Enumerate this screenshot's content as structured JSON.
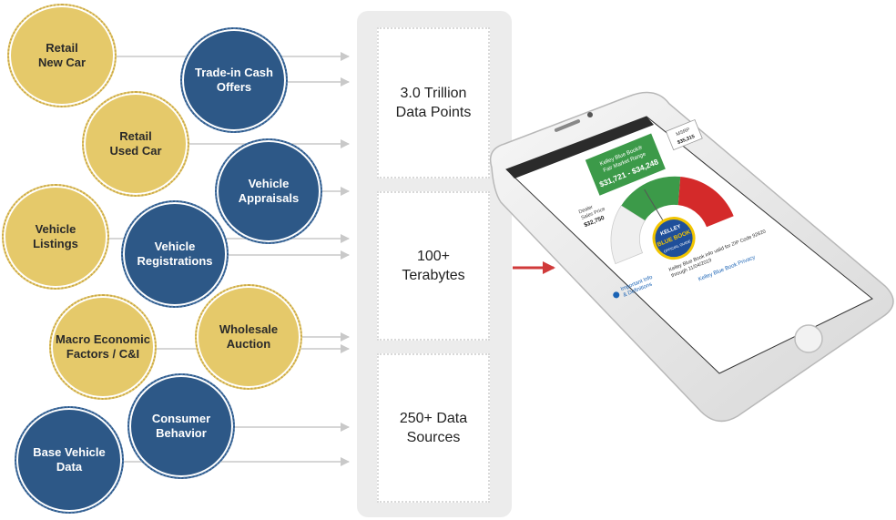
{
  "sources": [
    {
      "key": "retail-new-car",
      "label": "Retail\nNew Car",
      "color": "gold"
    },
    {
      "key": "trade-in-cash-offers",
      "label": "Trade-in Cash\nOffers",
      "color": "blue"
    },
    {
      "key": "retail-used-car",
      "label": "Retail\nUsed Car",
      "color": "gold"
    },
    {
      "key": "vehicle-appraisals",
      "label": "Vehicle\nAppraisals",
      "color": "blue"
    },
    {
      "key": "vehicle-listings",
      "label": "Vehicle\nListings",
      "color": "gold"
    },
    {
      "key": "vehicle-registrations",
      "label": "Vehicle\nRegistrations",
      "color": "blue"
    },
    {
      "key": "macro-economic",
      "label": "Macro Economic\nFactors / C&I",
      "color": "gold"
    },
    {
      "key": "wholesale-auction",
      "label": "Wholesale\nAuction",
      "color": "gold"
    },
    {
      "key": "consumer-behavior",
      "label": "Consumer\nBehavior",
      "color": "blue"
    },
    {
      "key": "base-vehicle-data",
      "label": "Base Vehicle\nData",
      "color": "blue"
    }
  ],
  "stats": [
    {
      "key": "data-points",
      "label": "3.0 Trillion\nData Points"
    },
    {
      "key": "terabytes",
      "label": "100+\nTerabytes"
    },
    {
      "key": "data-sources",
      "label": "250+ Data\nSources"
    }
  ],
  "phone": {
    "range_title": "Kelley Blue Book®\nFair Market Range",
    "range_value": "$31,721 - $34,248",
    "msrp_label": "MSRP",
    "msrp_value": "$35,315",
    "dealer_label": "Dealer\nSales Price",
    "dealer_value": "$32,750",
    "logo_top": "KELLEY",
    "logo_mid": "BLUE BOOK",
    "logo_bottom": "OFFICIAL GUIDE",
    "info_link": "Important Info\n& Definitions",
    "zip_note": "Kelley Blue Book info valid for ZIP Code 92620\nthrough 11/04/2019",
    "privacy_link": "Kelley Blue Book Privacy"
  },
  "colors": {
    "gold": "#e5c96a",
    "blue": "#2d5887",
    "arrow": "#c9c9c9",
    "accent_arrow": "#d03a3a",
    "gauge_green": "#3c9a49",
    "gauge_red": "#d42a2a"
  }
}
